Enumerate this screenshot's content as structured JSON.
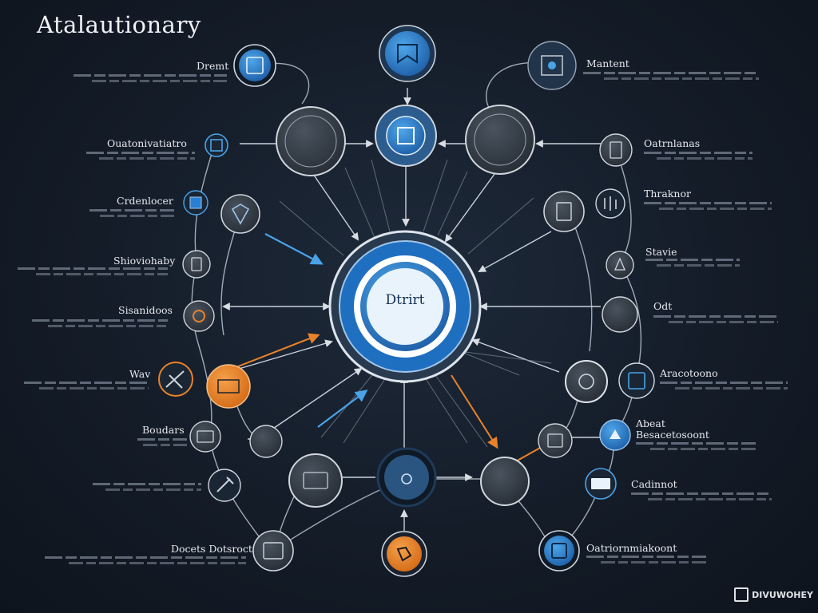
{
  "title": "Atalautionary",
  "brand": "DIVUWOHEY",
  "center_label": "Dtrirt",
  "colors": {
    "background": "#141c28",
    "accent_blue": "#2b7fd0",
    "accent_orange": "#e8832a",
    "node_gray": "#3a424c",
    "line": "#9aa6b4"
  },
  "hub_labels": {
    "top_left": "",
    "top_right": "",
    "bottom_left": ""
  },
  "labels": {
    "dremt": "Dremt",
    "mantent": "Mantent",
    "ouatonivatiatro": "Ouatonivatiatro",
    "oatrnlanas": "Oatrnlanas",
    "ortenlocer": "Crdenlocer",
    "thraknor": "Thraknor",
    "shoviohaby": "Shioviohaby",
    "stavie": "Stavie",
    "sisanidoos": "Sisanidoos",
    "odt": "Odt",
    "wav": "Wav",
    "araotoono": "Aracotoono",
    "boudars": "Boudars",
    "abeat": "Abeat",
    "besacetosoont": "Besacetosoont",
    "cadinnot": "Cadinnot",
    "docets_dotsroct": "Docets Dotsroct",
    "oatriornmiakoont": "Oatriornmiakoont"
  }
}
